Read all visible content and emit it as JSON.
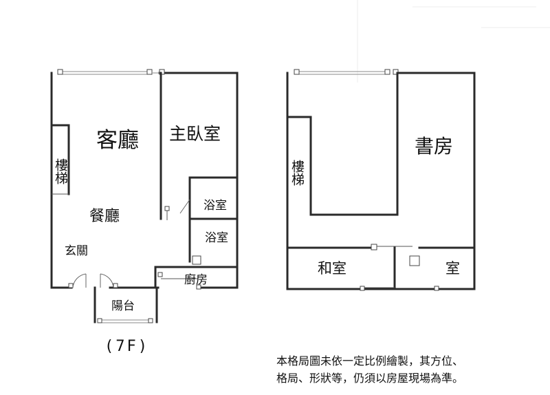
{
  "plan_left": {
    "living_room": "客廳",
    "master_bedroom": "主臥室",
    "stairs": "樓梯",
    "dining_room": "餐廳",
    "bathroom_1": "浴室",
    "bathroom_2": "浴室",
    "entrance": "玄關",
    "kitchen": "廚房",
    "balcony": "陽台",
    "floor_note": "(7F)"
  },
  "plan_right": {
    "stairs": "樓梯",
    "study": "書房",
    "japanese_room": "和室",
    "room_partial": "室"
  },
  "disclaimer": {
    "line1": "本格局圖未依一定比例繪製，其方位、",
    "line2": "格局、形狀等，仍須以房屋現場為準。"
  }
}
